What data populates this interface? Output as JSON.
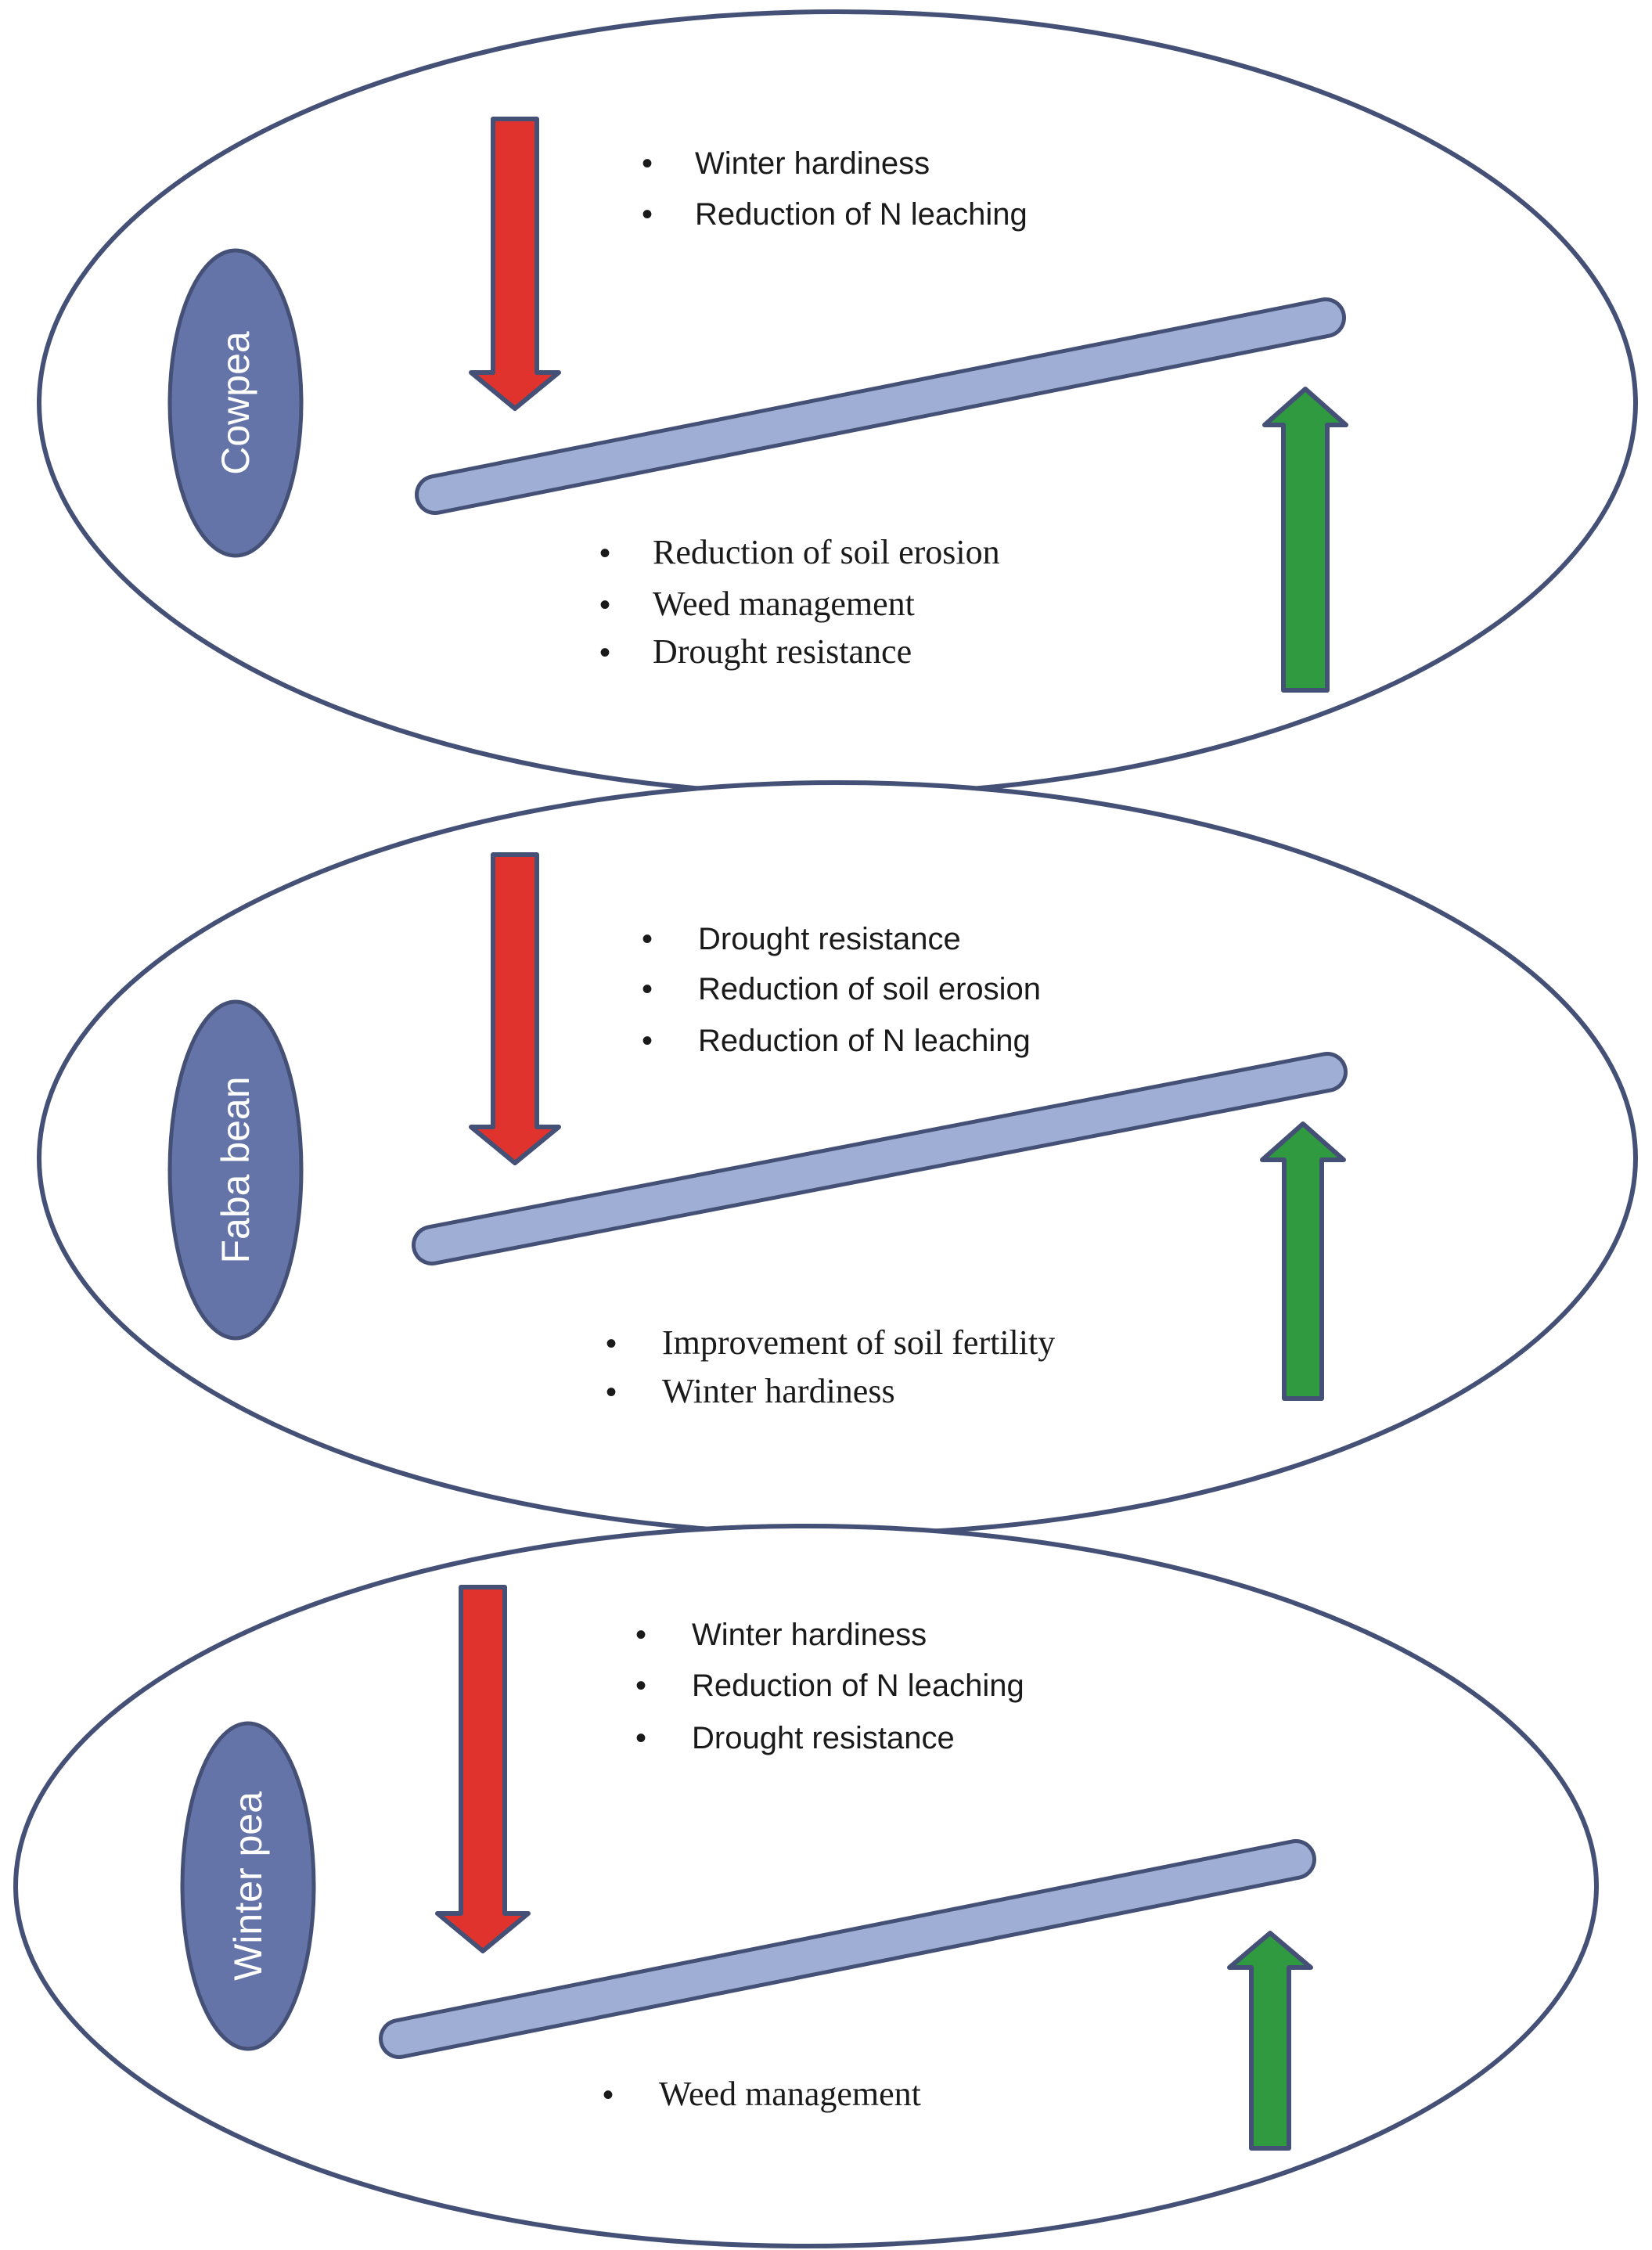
{
  "colors": {
    "outline": "#445075",
    "crop_pill": "#6474a8",
    "bar_fill": "#9eaed4",
    "negative_arrow": "#e0332d",
    "positive_arrow": "#2f9a40",
    "text": "#1a1a1a"
  },
  "panels": [
    {
      "crop": "Cowpea",
      "weaknesses": [
        "Winter hardiness",
        "Reduction of N leaching"
      ],
      "strengths": [
        "Reduction of soil erosion",
        "Weed management",
        "Drought resistance"
      ]
    },
    {
      "crop": "Faba bean",
      "weaknesses": [
        "Drought resistance",
        "Reduction of soil erosion",
        "Reduction of N leaching"
      ],
      "strengths": [
        "Improvement of soil fertility",
        "Winter hardiness"
      ]
    },
    {
      "crop": "Winter pea",
      "weaknesses": [
        "Winter hardiness",
        "Reduction of N leaching",
        "Drought resistance"
      ],
      "strengths": [
        "Weed management"
      ]
    }
  ]
}
